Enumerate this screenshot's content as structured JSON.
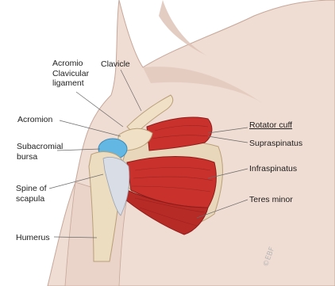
{
  "labels": {
    "acromio_clavicular": "Acromio\nClavicular\nligament",
    "clavicle": "Clavicle",
    "acromion": "Acromion",
    "subacromial_bursa": "Subacromial\nbursa",
    "spine_of_scapula": "Spine of\nscapula",
    "humerus": "Humerus",
    "rotator_cuff": "Rotator cuff",
    "supraspinatus": "Supraspinatus",
    "infraspinatus": "Infraspinatus",
    "teres_minor": "Teres minor"
  },
  "watermark": "©EBF",
  "colors": {
    "skin": "#efdcd2",
    "skin_shadow": "#d9bcb0",
    "muscle": "#c9322c",
    "muscle_dark": "#8e1c1a",
    "bone": "#ecdcc0",
    "bone_shadow": "#c8b08a",
    "bursa": "#63b7e3",
    "tendon": "#d8dde6",
    "leader": "#6a6a6a"
  }
}
